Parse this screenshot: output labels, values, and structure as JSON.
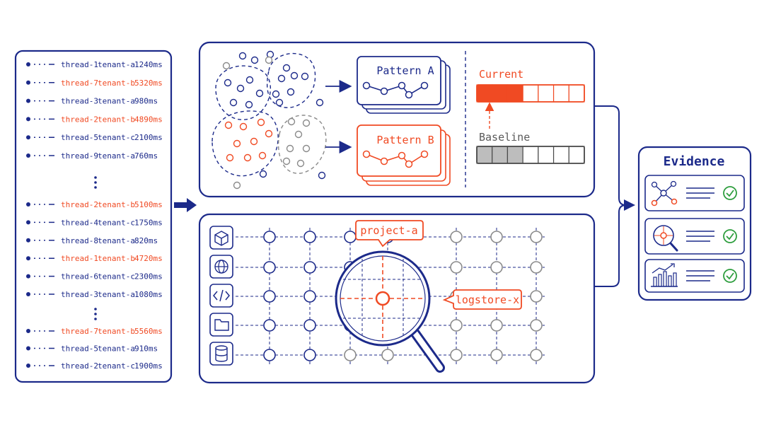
{
  "colors": {
    "primary": "#1c2a8a",
    "accent": "#f04a23",
    "muted": "#8a8a8a",
    "success": "#2e9e3e",
    "fill_gray": "#bdbdbd"
  },
  "log_list": {
    "groups": [
      {
        "rows": [
          {
            "thread": "thread-1",
            "tenant": "tenant-a",
            "latency": "1240ms",
            "highlight": false
          },
          {
            "thread": "thread-7",
            "tenant": "tenant-b",
            "latency": "5320ms",
            "highlight": true
          },
          {
            "thread": "thread-3",
            "tenant": "tenant-a",
            "latency": "980ms",
            "highlight": false
          },
          {
            "thread": "thread-2",
            "tenant": "tenant-b",
            "latency": "4890ms",
            "highlight": true
          },
          {
            "thread": "thread-5",
            "tenant": "tenant-c",
            "latency": "2100ms",
            "highlight": false
          },
          {
            "thread": "thread-9",
            "tenant": "tenant-a",
            "latency": "760ms",
            "highlight": false
          }
        ]
      },
      {
        "rows": [
          {
            "thread": "thread-2",
            "tenant": "tenant-b",
            "latency": "5100ms",
            "highlight": true
          },
          {
            "thread": "thread-4",
            "tenant": "tenant-c",
            "latency": "1750ms",
            "highlight": false
          },
          {
            "thread": "thread-8",
            "tenant": "tenant-a",
            "latency": "820ms",
            "highlight": false
          },
          {
            "thread": "thread-1",
            "tenant": "tenant-b",
            "latency": "4720ms",
            "highlight": true
          },
          {
            "thread": "thread-6",
            "tenant": "tenant-c",
            "latency": "2300ms",
            "highlight": false
          },
          {
            "thread": "thread-3",
            "tenant": "tenant-a",
            "latency": "1080ms",
            "highlight": false
          }
        ]
      },
      {
        "rows": [
          {
            "thread": "thread-7",
            "tenant": "tenant-b",
            "latency": "5560ms",
            "highlight": true
          },
          {
            "thread": "thread-5",
            "tenant": "tenant-a",
            "latency": "910ms",
            "highlight": false
          },
          {
            "thread": "thread-2",
            "tenant": "tenant-c",
            "latency": "1900ms",
            "highlight": false
          }
        ]
      }
    ]
  },
  "patterns": {
    "pattern_a": "Pattern A",
    "pattern_b": "Pattern B"
  },
  "comparison": {
    "current_label": "Current",
    "baseline_label": "Baseline",
    "current_filled_cells": 3,
    "baseline_filled_cells": 3,
    "total_cells": 7
  },
  "lookup": {
    "project_tag": "project-a",
    "logstore_tag": "logstore-x",
    "icons": [
      "cube-icon",
      "globe-icon",
      "code-icon",
      "folder-icon",
      "database-icon"
    ]
  },
  "evidence": {
    "title": "Evidence",
    "items": [
      {
        "icon": "network-graph-icon",
        "status": "check-icon"
      },
      {
        "icon": "magnifier-target-icon",
        "status": "check-icon"
      },
      {
        "icon": "trend-chart-icon",
        "status": "check-icon"
      }
    ]
  }
}
